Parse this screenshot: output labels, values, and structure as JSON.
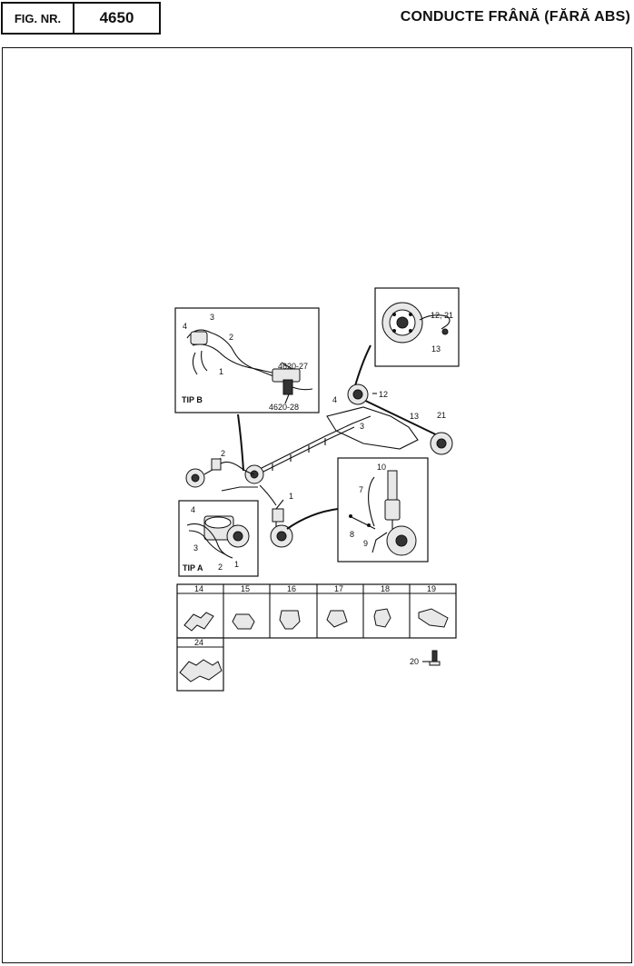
{
  "header": {
    "fig_label": "FIG. NR.",
    "fig_number": "4650",
    "title": "CONDUCTE FRÂNĂ (FĂRĂ ABS)"
  },
  "inset_b": {
    "callouts": [
      "4",
      "3",
      "2",
      "1",
      "4620-27",
      "4620-28"
    ],
    "type_label": "TIP B"
  },
  "inset_a": {
    "callouts": [
      "4",
      "3",
      "2",
      "1"
    ],
    "type_label": "TIP A"
  },
  "inset_rear_drum": {
    "callouts": [
      "12, 21",
      "13"
    ]
  },
  "inset_front_strut": {
    "callouts": [
      "10",
      "7",
      "8",
      "9"
    ]
  },
  "main_callouts": [
    "2",
    "1",
    "4",
    "3",
    "12",
    "13",
    "21"
  ],
  "clip_table": {
    "row1": [
      "14",
      "15",
      "16",
      "17",
      "18",
      "19"
    ],
    "row2": [
      "24"
    ]
  },
  "bolt_callout": "20"
}
